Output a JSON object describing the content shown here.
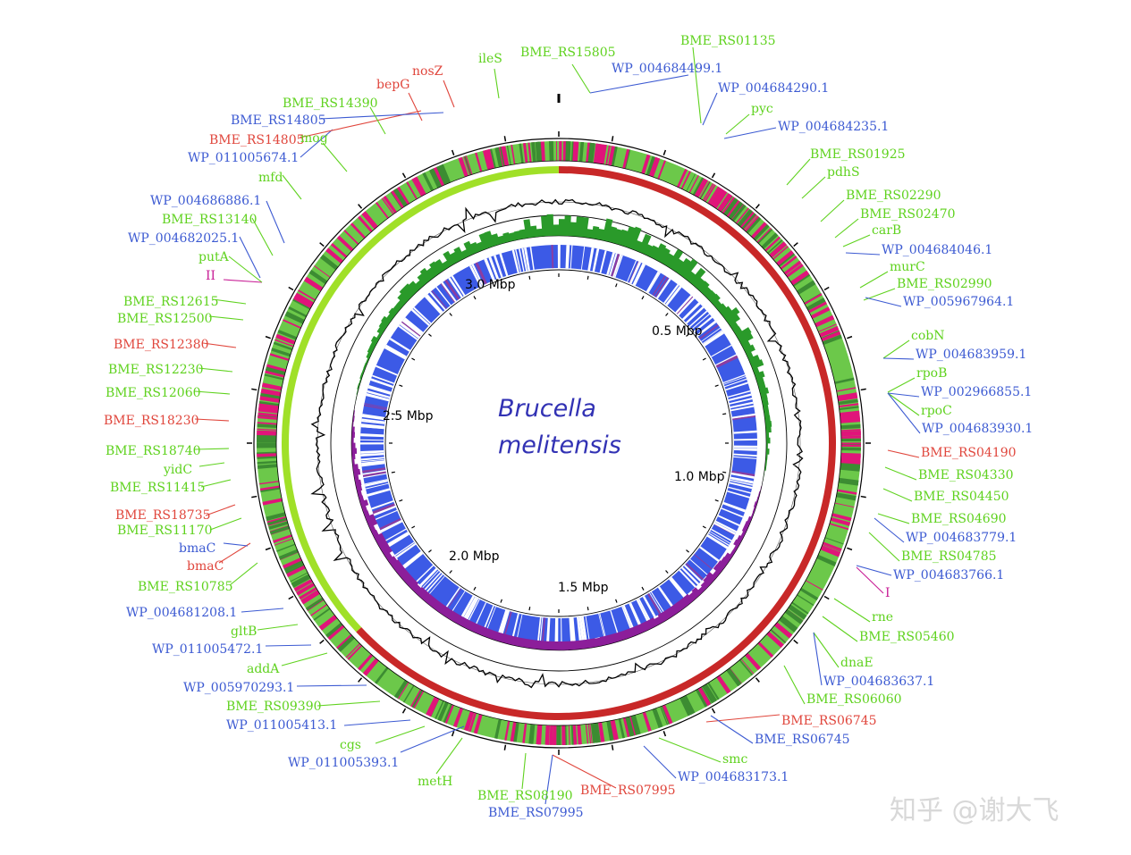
{
  "title": {
    "line1": "Brucella",
    "line2": "melitensis"
  },
  "watermark": "知乎 @谢大飞",
  "scale_labels": [
    "0.5 Mbp",
    "1.0 Mbp",
    "1.5 Mbp",
    "2.0 Mbp",
    "2.5 Mbp",
    "3.0 Mbp"
  ],
  "colors": {
    "green_label": "#5fd21e",
    "blue_label": "#3c5ad2",
    "red_label": "#e0463c",
    "magenta_label": "#c81e96",
    "gene_green": "#6cc84a",
    "gene_pink": "#e0147a",
    "strand_red": "#c82828",
    "strand_lime": "#a0e028",
    "gc_skew_green": "#2a9a2a",
    "gc_skew_purple": "#8c1e9a",
    "blast_blue": "#3c5ae6",
    "gc_content": "#000000"
  },
  "labels": [
    {
      "text": "BME_RS01135",
      "color": "green"
    },
    {
      "text": "WP_004684499.1",
      "color": "blue"
    },
    {
      "text": "WP_004684290.1",
      "color": "blue"
    },
    {
      "text": "pyc",
      "color": "green"
    },
    {
      "text": "WP_004684235.1",
      "color": "blue"
    },
    {
      "text": "BME_RS01925",
      "color": "green"
    },
    {
      "text": "pdhS",
      "color": "green"
    },
    {
      "text": "BME_RS02290",
      "color": "green"
    },
    {
      "text": "BME_RS02470",
      "color": "green"
    },
    {
      "text": "carB",
      "color": "green"
    },
    {
      "text": "WP_004684046.1",
      "color": "blue"
    },
    {
      "text": "murC",
      "color": "green"
    },
    {
      "text": "BME_RS02990",
      "color": "green"
    },
    {
      "text": "WP_005967964.1",
      "color": "blue"
    },
    {
      "text": "cobN",
      "color": "green"
    },
    {
      "text": "WP_004683959.1",
      "color": "blue"
    },
    {
      "text": "rpoB",
      "color": "green"
    },
    {
      "text": "WP_002966855.1",
      "color": "blue"
    },
    {
      "text": "rpoC",
      "color": "green"
    },
    {
      "text": "WP_004683930.1",
      "color": "blue"
    },
    {
      "text": "BME_RS04190",
      "color": "red"
    },
    {
      "text": "BME_RS04330",
      "color": "green"
    },
    {
      "text": "BME_RS04450",
      "color": "green"
    },
    {
      "text": "BME_RS04690",
      "color": "green"
    },
    {
      "text": "WP_004683779.1",
      "color": "blue"
    },
    {
      "text": "BME_RS04785",
      "color": "green"
    },
    {
      "text": "WP_004683766.1",
      "color": "blue"
    },
    {
      "text": "I",
      "color": "magenta"
    },
    {
      "text": "rne",
      "color": "green"
    },
    {
      "text": "BME_RS05460",
      "color": "green"
    },
    {
      "text": "dnaE",
      "color": "green"
    },
    {
      "text": "WP_004683637.1",
      "color": "blue"
    },
    {
      "text": "BME_RS06060",
      "color": "green"
    },
    {
      "text": "BME_RS06745",
      "color": "red"
    },
    {
      "text": "BME_RS06745",
      "color": "blue"
    },
    {
      "text": "smc",
      "color": "green"
    },
    {
      "text": "WP_004683173.1",
      "color": "blue"
    },
    {
      "text": "BME_RS07995",
      "color": "red"
    },
    {
      "text": "BME_RS08190",
      "color": "green"
    },
    {
      "text": "BME_RS07995",
      "color": "blue"
    },
    {
      "text": "metH",
      "color": "green"
    },
    {
      "text": "cgs",
      "color": "green"
    },
    {
      "text": "WP_011005393.1",
      "color": "blue"
    },
    {
      "text": "WP_011005413.1",
      "color": "blue"
    },
    {
      "text": "BME_RS09390",
      "color": "green"
    },
    {
      "text": "WP_005970293.1",
      "color": "blue"
    },
    {
      "text": "addA",
      "color": "green"
    },
    {
      "text": "WP_011005472.1",
      "color": "blue"
    },
    {
      "text": "gltB",
      "color": "green"
    },
    {
      "text": "WP_004681208.1",
      "color": "blue"
    },
    {
      "text": "BME_RS10785",
      "color": "green"
    },
    {
      "text": "bmaC",
      "color": "red"
    },
    {
      "text": "bmaC",
      "color": "blue"
    },
    {
      "text": "BME_RS11170",
      "color": "green"
    },
    {
      "text": "BME_RS18735",
      "color": "red"
    },
    {
      "text": "BME_RS11415",
      "color": "green"
    },
    {
      "text": "yidC",
      "color": "green"
    },
    {
      "text": "BME_RS18740",
      "color": "green"
    },
    {
      "text": "BME_RS18230",
      "color": "red"
    },
    {
      "text": "BME_RS12060",
      "color": "green"
    },
    {
      "text": "BME_RS12230",
      "color": "green"
    },
    {
      "text": "BME_RS12380",
      "color": "red"
    },
    {
      "text": "BME_RS12500",
      "color": "green"
    },
    {
      "text": "BME_RS12615",
      "color": "green"
    },
    {
      "text": "II",
      "color": "magenta"
    },
    {
      "text": "putA",
      "color": "green"
    },
    {
      "text": "WP_004682025.1",
      "color": "blue"
    },
    {
      "text": "BME_RS13140",
      "color": "green"
    },
    {
      "text": "WP_004686886.1",
      "color": "blue"
    },
    {
      "text": "mfd",
      "color": "green"
    },
    {
      "text": "WP_011005674.1",
      "color": "blue"
    },
    {
      "text": "BME_RS14805",
      "color": "red"
    },
    {
      "text": "mog",
      "color": "green"
    },
    {
      "text": "BME_RS14805",
      "color": "blue"
    },
    {
      "text": "BME_RS14390",
      "color": "green"
    },
    {
      "text": "bepG",
      "color": "red"
    },
    {
      "text": "nosZ",
      "color": "red"
    },
    {
      "text": "ileS",
      "color": "green"
    },
    {
      "text": "BME_RS15805",
      "color": "green"
    }
  ]
}
